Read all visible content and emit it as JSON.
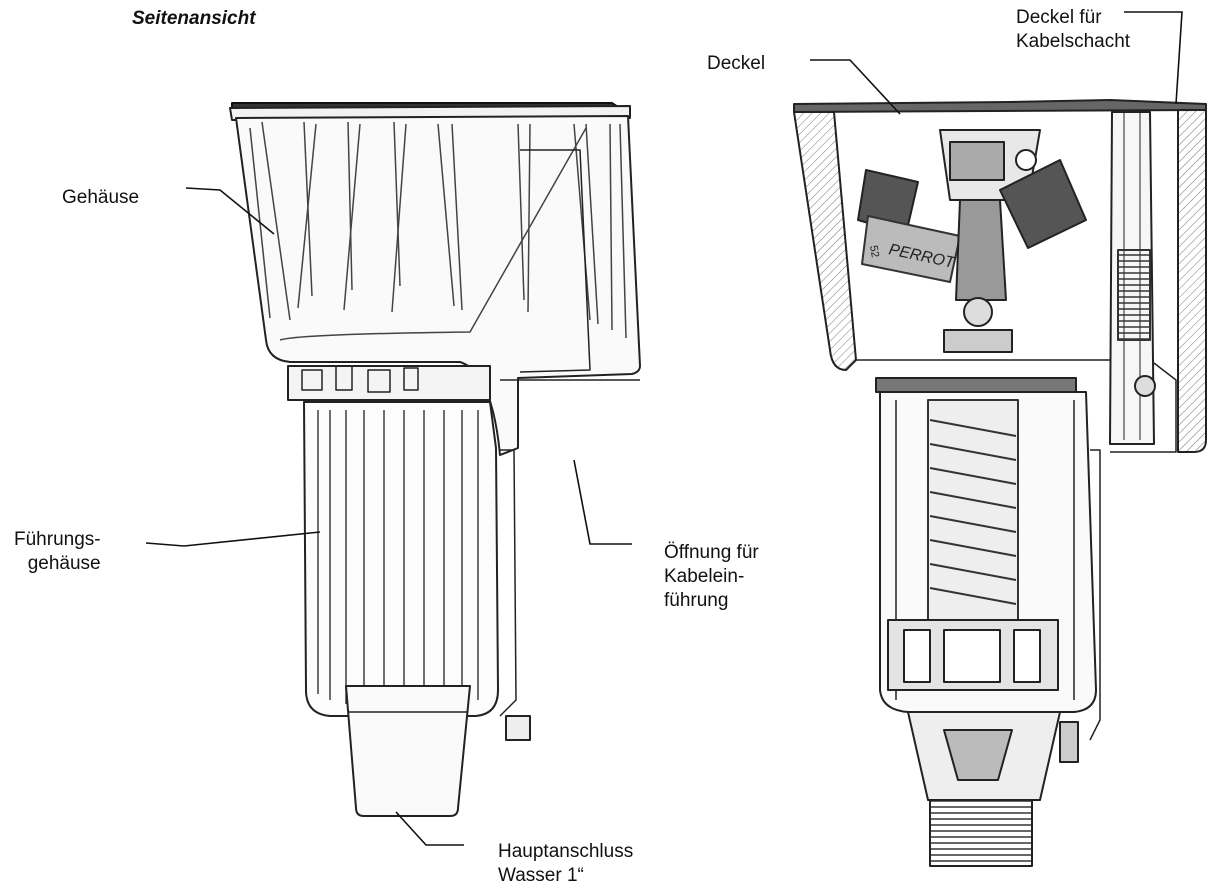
{
  "title": "Seitenansicht",
  "labels": {
    "gehaeuse": "Gehäuse",
    "fuehrungsgehaeuse": "Führungs-\ngehäuse",
    "oeffnung": "Öffnung für\nKabelein-\nführung",
    "hauptanschluss": "Hauptanschluss\nWasser 1“",
    "deckel": "Deckel",
    "deckel_kabelschacht": "Deckel für\nKabelschacht"
  },
  "brand_mark": "PERROT",
  "brand_mark_2": "52"
}
